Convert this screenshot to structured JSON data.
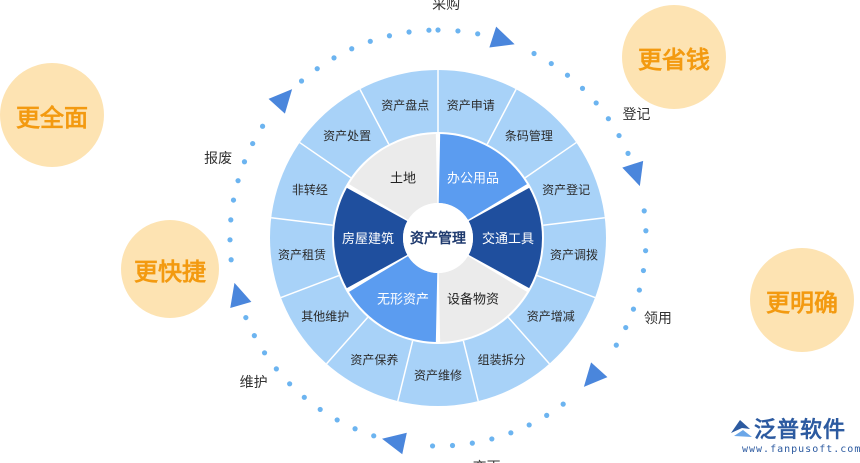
{
  "diagram": {
    "center_label": "资产管理",
    "inner_sectors": [
      {
        "label": "办公用品",
        "color": "#5b9cf0"
      },
      {
        "label": "交通工具",
        "color": "#1f4f9e"
      },
      {
        "label": "设备物资",
        "color": "#ebebeb"
      },
      {
        "label": "无形资产",
        "color": "#5b9cf0"
      },
      {
        "label": "房屋建筑",
        "color": "#1f4f9e"
      },
      {
        "label": "土地",
        "color": "#ebebeb"
      }
    ],
    "outer_labels": [
      "资产申请",
      "条码管理",
      "资产登记",
      "资产调拨",
      "资产增减",
      "组装拆分",
      "资产维修",
      "资产保养",
      "其他维护",
      "资产租赁",
      "非转经",
      "资产处置",
      "资产盘点"
    ],
    "process_steps": [
      "采购",
      "登记",
      "领用",
      "变更",
      "维护",
      "报废"
    ],
    "colors": {
      "outer_ring": "#a8d2f8",
      "ring_border": "#ffffff",
      "dots": "#6cb4f0",
      "arrows": "#4a86dc",
      "badge_text": "#f39a10",
      "badge_bg": "#fde3b2"
    }
  },
  "badges": [
    "更全面",
    "更省钱",
    "更快捷",
    "更明确"
  ],
  "logo": {
    "brand": "泛普软件",
    "url": "www.fanpusoft.com"
  }
}
